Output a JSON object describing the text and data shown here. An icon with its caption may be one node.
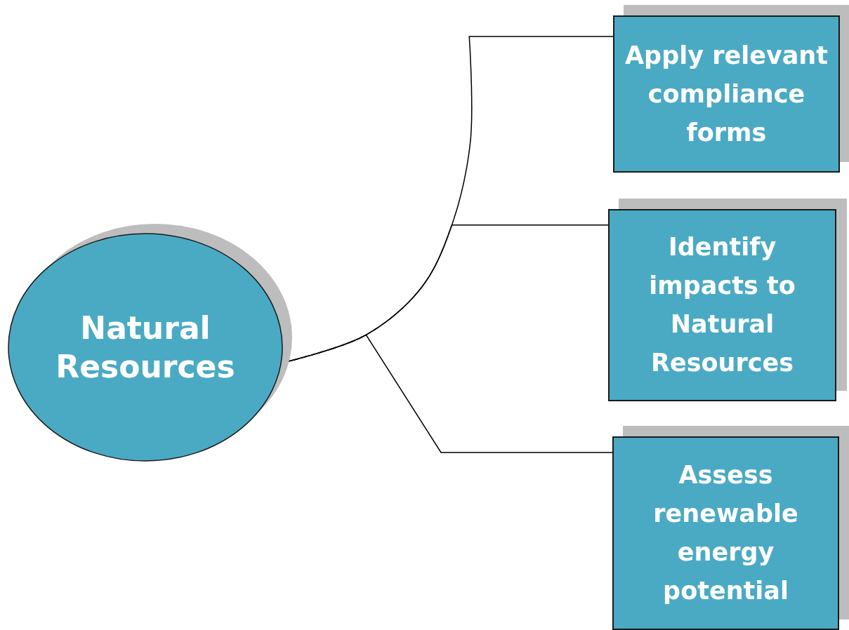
{
  "diagram": {
    "nodes": [
      {
        "text": [
          "Natural Resources"
        ]
      },
      {
        "text": [
          "Apply relevant compliance forms"
        ]
      },
      {
        "text": [
          "Identify impacts to Natural Resources"
        ]
      },
      {
        "text": [
          "Assess renewable energy potential"
        ]
      }
    ],
    "edges": [
      {
        "from": 0,
        "to": 1,
        "arrow": "none"
      },
      {
        "from": 0,
        "to": 2,
        "arrow": "none"
      },
      {
        "from": 0,
        "to": 3,
        "arrow": "none"
      }
    ]
  }
}
